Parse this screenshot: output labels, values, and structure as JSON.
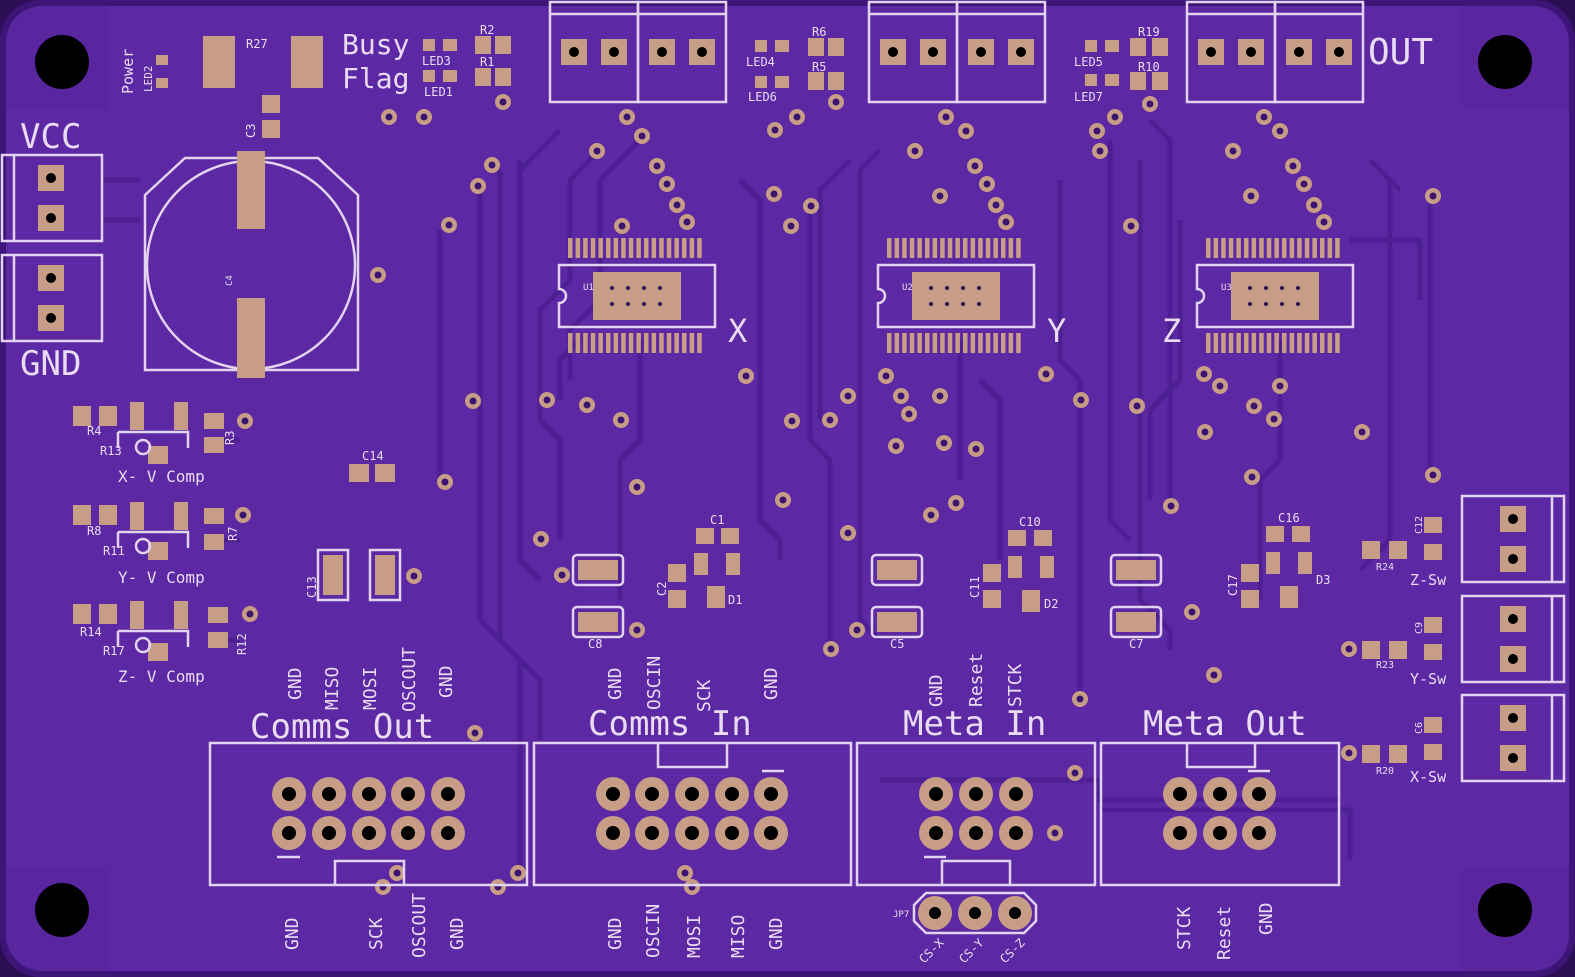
{
  "board": {
    "colors": {
      "substrate": "#5a26a0",
      "edge": "#3d1577",
      "trace": "#4d1f93",
      "pad": "#c89d86",
      "silk": "#e9dcf2",
      "hole": "#000000"
    }
  },
  "labels": {
    "busy": "Busy",
    "flag": "Flag",
    "power": "Power",
    "out": "OUT",
    "vcc": "VCC",
    "gnd": "GND",
    "x": "X",
    "y": "Y",
    "z": "Z",
    "x_comp": "X- V Comp",
    "y_comp": "Y- V Comp",
    "z_comp": "Z- V Comp",
    "x_sw": "X-Sw",
    "y_sw": "Y-Sw",
    "z_sw": "Z-Sw"
  },
  "refdes": {
    "r27": "R27",
    "r2": "R2",
    "r1": "R1",
    "r6": "R6",
    "r5": "R5",
    "r19": "R19",
    "r10": "R10",
    "led1": "LED1",
    "led2": "LED2",
    "led3": "LED3",
    "led4": "LED4",
    "led5": "LED5",
    "led6": "LED6",
    "led7": "LED7",
    "c3": "C3",
    "c4": "C4",
    "u1": "U1",
    "u2": "U2",
    "u3": "U3",
    "r4": "R4",
    "r3": "R3",
    "r13": "R13",
    "r8": "R8",
    "r7": "R7",
    "r11": "R11",
    "r14": "R14",
    "r12": "R12",
    "r17": "R17",
    "c14": "C14",
    "c13": "C13",
    "c1": "C1",
    "c2": "C2",
    "d1": "D1",
    "c8": "C8",
    "c10": "C10",
    "c11": "C11",
    "d2": "D2",
    "c5": "C5",
    "c16": "C16",
    "c17": "C17",
    "d3": "D3",
    "c7": "C7",
    "c12": "C12",
    "r24": "R24",
    "c9": "C9",
    "r23": "R23",
    "c6": "C6",
    "r20": "R20",
    "jp7": "JP7"
  },
  "headers": {
    "comms_out": {
      "title": "Comms Out",
      "top": [
        "GND",
        "MISO",
        "MOSI",
        "OSCOUT",
        "GND"
      ],
      "bottom": [
        "GND",
        "SCK",
        "OSCOUT",
        "GND"
      ]
    },
    "comms_in": {
      "title": "Comms In",
      "top": [
        "GND",
        "OSCIN",
        "SCK",
        "GND"
      ],
      "bottom": [
        "GND",
        "OSCIN",
        "MOSI",
        "MISO",
        "GND"
      ]
    },
    "meta_in": {
      "title": "Meta In",
      "top": [
        "GND",
        "Reset",
        "STCK"
      ]
    },
    "meta_out": {
      "title": "Meta Out",
      "bottom": [
        "STCK",
        "Reset",
        "GND"
      ]
    }
  },
  "jumper": {
    "labels": [
      "CS-X",
      "CS-Y",
      "CS-Z"
    ]
  }
}
